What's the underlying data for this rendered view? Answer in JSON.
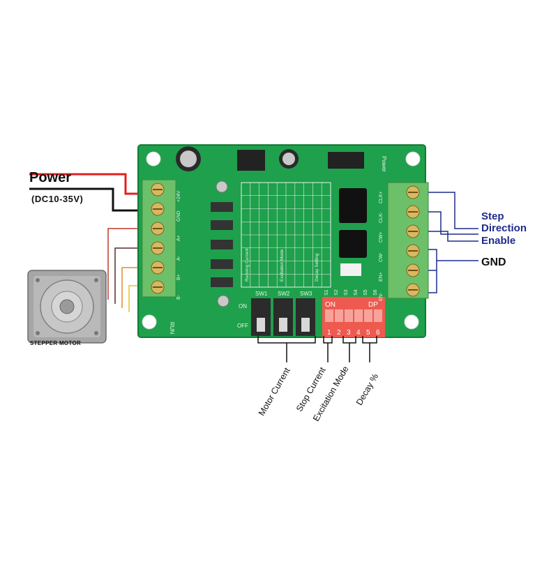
{
  "power": {
    "label": "Power",
    "range": "(DC10-35V)"
  },
  "signals": {
    "step": "Step",
    "direction": "Direction",
    "enable": "Enable",
    "gnd": "GND"
  },
  "motor": {
    "caption": "STEPPER MOTOR"
  },
  "switch_groups": {
    "motor_current": "Motor Current",
    "stop_current": "Stop Current",
    "excitation_mode": "Excitation Mode",
    "decay": "Decay %"
  },
  "board": {
    "slide_switches": [
      "SW1",
      "SW2",
      "SW3"
    ],
    "slide_on": "ON",
    "slide_off": "OFF",
    "dip_on": "ON",
    "dip_dp": "DP",
    "dip_positions": [
      "1",
      "2",
      "3",
      "4",
      "5",
      "6"
    ],
    "dip_labels": [
      "S1",
      "S2",
      "S3",
      "S4",
      "S5",
      "S6"
    ],
    "left_terminals": [
      "+24V",
      "GND",
      "A+",
      "A-",
      "B+",
      "B-"
    ],
    "right_terminals": [
      "CLK+",
      "CLK-",
      "CW+",
      "CW-",
      "EN+",
      "EN-"
    ],
    "run_label": "RUN",
    "power_label": "Power",
    "table_titles": [
      "Running Current",
      "Excitation Mode",
      "Decay Setting"
    ]
  },
  "colors": {
    "board": "#1fa04c",
    "terminal": "#6dc06a",
    "dip": "#ee5a4f",
    "signal_text": "#1f2a8c",
    "signal_wire": "#1f2a8c",
    "power_wire": "#e02020"
  }
}
